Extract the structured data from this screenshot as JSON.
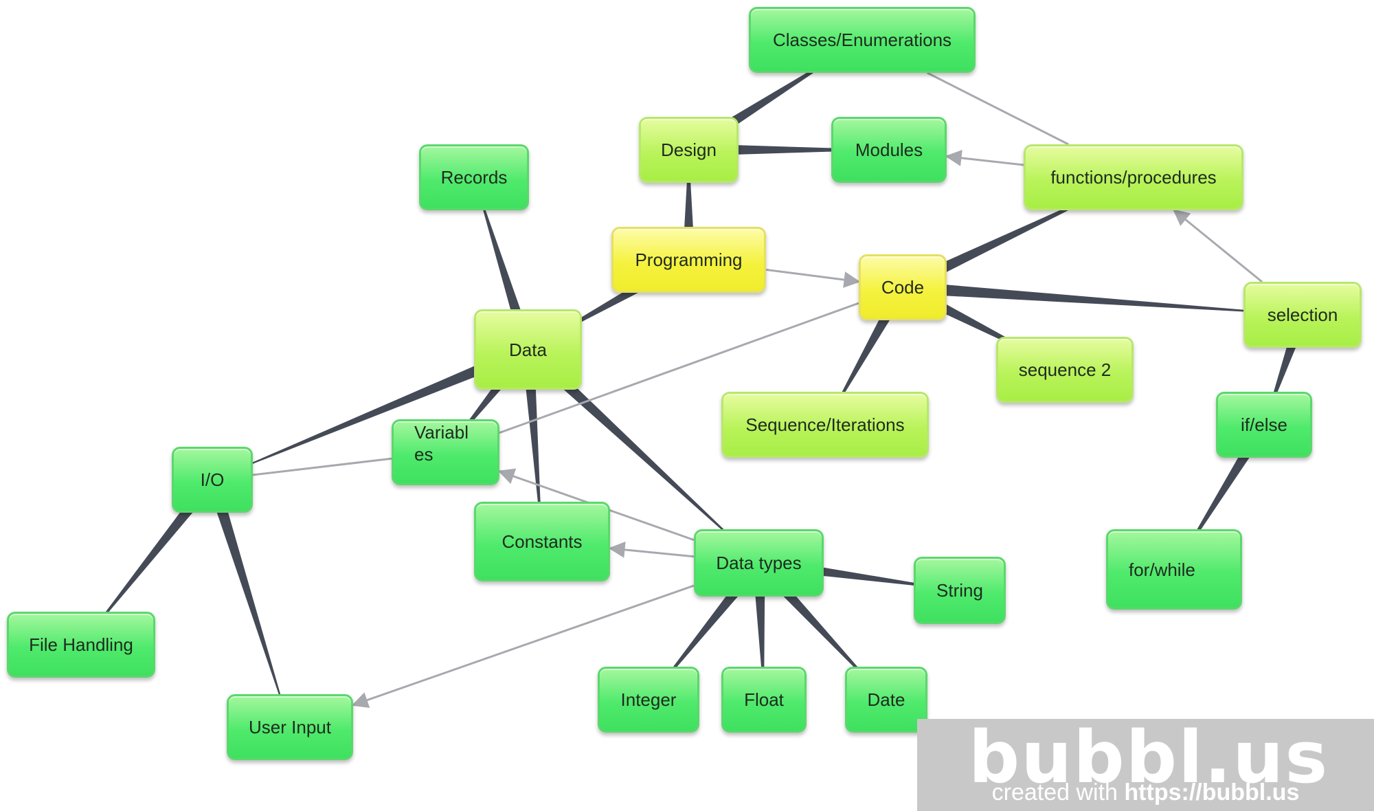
{
  "nodes": [
    {
      "id": "classes",
      "label": "Classes/Enumerations",
      "style": "green"
    },
    {
      "id": "design",
      "label": "Design",
      "style": "lime"
    },
    {
      "id": "modules",
      "label": "Modules",
      "style": "green"
    },
    {
      "id": "functions",
      "label": "functions/procedures",
      "style": "lime"
    },
    {
      "id": "records",
      "label": "Records",
      "style": "green"
    },
    {
      "id": "programming",
      "label": "Programming",
      "style": "yellow"
    },
    {
      "id": "code",
      "label": "Code",
      "style": "yellow"
    },
    {
      "id": "selection",
      "label": "selection",
      "style": "lime"
    },
    {
      "id": "data",
      "label": "Data",
      "style": "lime"
    },
    {
      "id": "sequence2",
      "label": "sequence 2",
      "style": "lime"
    },
    {
      "id": "seqiter",
      "label": "Sequence/Iterations",
      "style": "lime"
    },
    {
      "id": "ifelse",
      "label": "if/else",
      "style": "green"
    },
    {
      "id": "variables",
      "label": "Variabl\nes",
      "style": "green"
    },
    {
      "id": "io",
      "label": "I/O",
      "style": "green"
    },
    {
      "id": "constants",
      "label": "Constants",
      "style": "green"
    },
    {
      "id": "datatypes",
      "label": "Data types",
      "style": "green"
    },
    {
      "id": "forwhile",
      "label": "for/while",
      "style": "green"
    },
    {
      "id": "string",
      "label": "String",
      "style": "green"
    },
    {
      "id": "filehandling",
      "label": "File Handling",
      "style": "green"
    },
    {
      "id": "integer",
      "label": "Integer",
      "style": "green"
    },
    {
      "id": "float",
      "label": "Float",
      "style": "green"
    },
    {
      "id": "date",
      "label": "Date",
      "style": "green"
    },
    {
      "id": "userinput",
      "label": "User Input",
      "style": "green"
    }
  ],
  "edges": [
    {
      "from": "design",
      "to": "classes",
      "kind": "tree"
    },
    {
      "from": "design",
      "to": "modules",
      "kind": "tree"
    },
    {
      "from": "programming",
      "to": "design",
      "kind": "tree"
    },
    {
      "from": "programming",
      "to": "data",
      "kind": "tree"
    },
    {
      "from": "code",
      "to": "functions",
      "kind": "tree"
    },
    {
      "from": "code",
      "to": "selection",
      "kind": "tree"
    },
    {
      "from": "code",
      "to": "sequence2",
      "kind": "tree"
    },
    {
      "from": "code",
      "to": "seqiter",
      "kind": "tree"
    },
    {
      "from": "selection",
      "to": "ifelse",
      "kind": "tree"
    },
    {
      "from": "ifelse",
      "to": "forwhile",
      "kind": "tree"
    },
    {
      "from": "data",
      "to": "records",
      "kind": "tree"
    },
    {
      "from": "data",
      "to": "io",
      "kind": "tree"
    },
    {
      "from": "data",
      "to": "variables",
      "kind": "tree"
    },
    {
      "from": "data",
      "to": "constants",
      "kind": "tree"
    },
    {
      "from": "data",
      "to": "datatypes",
      "kind": "tree"
    },
    {
      "from": "io",
      "to": "filehandling",
      "kind": "tree"
    },
    {
      "from": "io",
      "to": "userinput",
      "kind": "tree"
    },
    {
      "from": "datatypes",
      "to": "string",
      "kind": "tree"
    },
    {
      "from": "datatypes",
      "to": "integer",
      "kind": "tree"
    },
    {
      "from": "datatypes",
      "to": "float",
      "kind": "tree"
    },
    {
      "from": "datatypes",
      "to": "date",
      "kind": "tree"
    },
    {
      "from": "functions",
      "to": "classes",
      "kind": "link"
    },
    {
      "from": "functions",
      "to": "modules",
      "kind": "arrow"
    },
    {
      "from": "programming",
      "to": "code",
      "kind": "arrow"
    },
    {
      "from": "selection",
      "to": "functions",
      "kind": "arrow"
    },
    {
      "from": "code",
      "to": "variables",
      "kind": "link"
    },
    {
      "from": "io",
      "to": "variables",
      "kind": "link"
    },
    {
      "from": "datatypes",
      "to": "variables",
      "kind": "arrow"
    },
    {
      "from": "datatypes",
      "to": "constants",
      "kind": "arrow"
    },
    {
      "from": "datatypes",
      "to": "userinput",
      "kind": "arrow"
    }
  ],
  "colors": {
    "tree_edge": "#454a57",
    "link_edge": "#a7a9ae",
    "node_green": "#4fea6c",
    "node_lime": "#b9f35a",
    "node_yellow": "#f5f23f",
    "watermark_bg": "#c8c8c8"
  },
  "watermark": {
    "logo": "bubbl.us",
    "sub_prefix": "created with ",
    "sub_link": "https://bubbl.us"
  }
}
